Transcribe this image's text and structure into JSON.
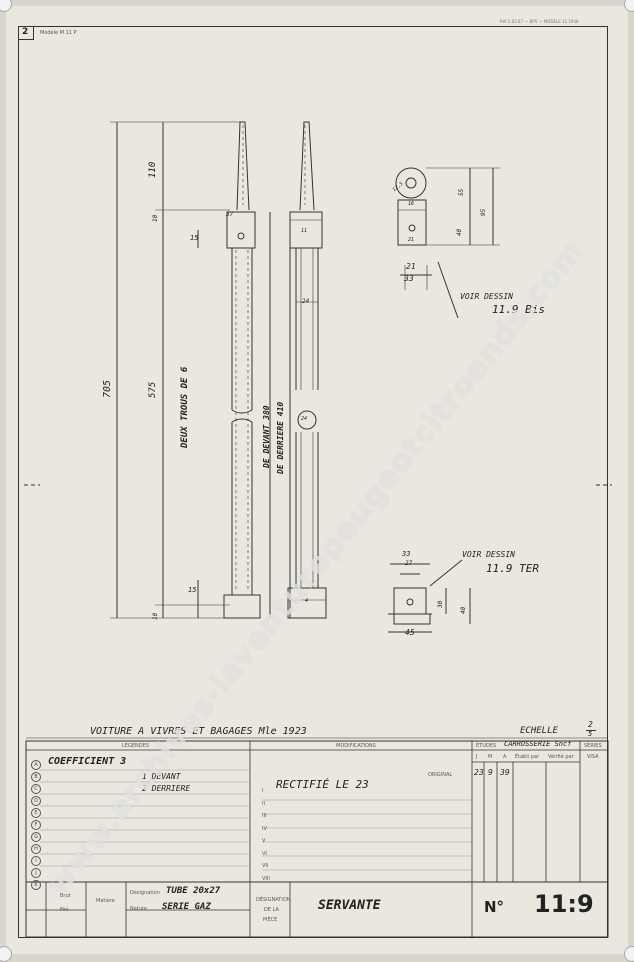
{
  "sheet_no": "2",
  "model_ref": "Modèle M 11 P",
  "corner_ref": "Réf 2.83.67 — BPS — MODÈLE 11 1938",
  "dims": {
    "total": "705",
    "top": "110",
    "mid": "575",
    "d10a": "10",
    "d10b": "10",
    "d15a": "15",
    "d15b": "15",
    "d37": "37",
    "d24": "24",
    "d24b": "24",
    "d11": "11",
    "d12": "12,5",
    "d16": "16",
    "d40": "40",
    "d55": "55",
    "d95": "95",
    "d21": "21",
    "d33": "33",
    "d33b": "33",
    "d27": "27",
    "d30": "30",
    "d40b": "40",
    "d45": "45",
    "d4": "4"
  },
  "notes": {
    "holes": "DEUX TROUS DE 6",
    "front": "DE DEVANT 380",
    "rear": "DE DERRIERE 410",
    "voir1a": "VOIR DESSIN",
    "voir1b": "11.9 Bis",
    "voir2a": "VOIR DESSIN",
    "voir2b": "11.9 TER"
  },
  "title_line": "VOITURE A VIVRES ET BAGAGES Mle 1923",
  "echelle_label": "ECHELLE",
  "echelle_num": "2",
  "echelle_den": "5",
  "headers": {
    "legende": "LÉGENDES",
    "modifications": "MODIFICATIONS",
    "etudes": "ÉTUDES",
    "carrosserie": "CARROSSERIE Sncf",
    "series": "SÉRIES",
    "original": "ORIGINAL",
    "j": "J",
    "m": "M",
    "a": "A",
    "etabli": "Établi par",
    "verifie": "Vérifié par",
    "visa": "VISA"
  },
  "date": {
    "j": "23",
    "m": "9",
    "a": "39"
  },
  "legend_letters": [
    "A",
    "B",
    "C",
    "D",
    "E",
    "F",
    "G",
    "H",
    "I",
    "J",
    "K"
  ],
  "coefficient": "COEFFICIENT 3",
  "coef_front": "1 DEVANT",
  "coef_rear": "2 DERRIERE",
  "modif_numerals": [
    "I",
    "II",
    "III",
    "IV",
    "V",
    "VI",
    "VII",
    "VIII"
  ],
  "modif_text": "RECTIFIÉ LE 23",
  "bottom": {
    "brut": "Brut",
    "fini": "Fini",
    "matiere": "Matière",
    "designation": "Désignation",
    "nature": "Nature",
    "designation_value": "TUBE 20x27",
    "nature_value": "SERIE GAZ",
    "designation_piece_1": "DÉSIGNATION",
    "designation_piece_2": "DE LA",
    "designation_piece_3": "PIÈCE",
    "piece_name": "SERVANTE",
    "no_label": "N°",
    "no_value": "11:9"
  },
  "watermark": "www.archives-laventurepeugeotcitroends.com"
}
